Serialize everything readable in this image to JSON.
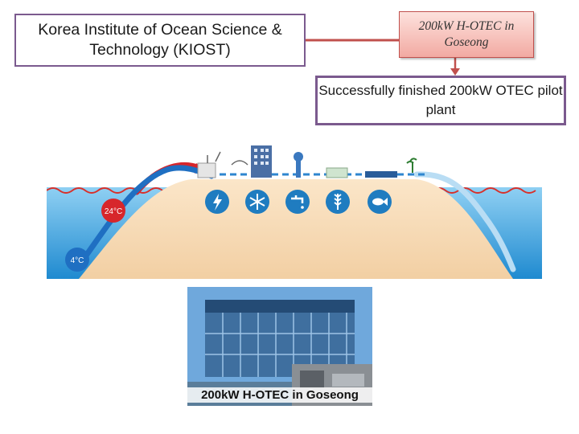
{
  "boxes": {
    "kiost": "Korea Institute of Ocean Science & Technology (KIOST)",
    "hotec": "200kW H-OTEC in Goseong",
    "success": "Successfully finished 200kW OTEC pilot plant"
  },
  "diagram": {
    "warm_temp": "24°C",
    "cold_temp": "4°C",
    "icons": [
      "lightning-icon",
      "snowflake-icon",
      "faucet-icon",
      "wheat-icon",
      "fish-icon"
    ]
  },
  "photo": {
    "caption": "200kW H-OTEC in Goseong"
  },
  "colors": {
    "box_border": "#7b5a8e",
    "arrow": "#c0504d",
    "ocean": "#2f95d6",
    "sand": "#f7d9b3",
    "icon": "#1f7cc0"
  }
}
